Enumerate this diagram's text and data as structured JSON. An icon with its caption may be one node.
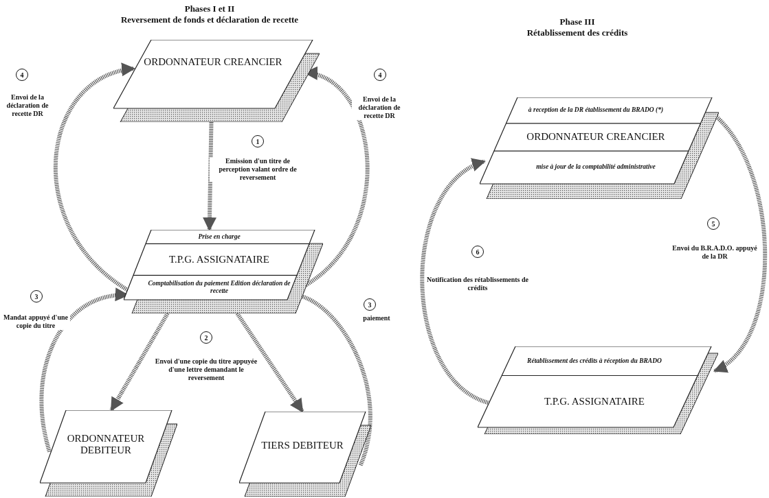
{
  "diagram": {
    "nodes": [
      {
        "text": [
          "ORDONNATEUR CREANCIER"
        ]
      },
      {
        "text": [
          "Prise en charge",
          "T.P.G. ASSIGNATAIRE",
          "Comptabilisation du paiement Edition déclaration de recette"
        ]
      },
      {
        "text": [
          "ORDONNATEUR DEBITEUR"
        ]
      },
      {
        "text": [
          "TIERS DEBITEUR"
        ]
      },
      {
        "text": [
          "à reception de la DR établissement du BRADO (*)",
          "ORDONNATEUR CREANCIER",
          "mise à jour de la comptabilité administrative"
        ]
      },
      {
        "text": [
          "Rétablissement des crédits à réception du BRADO",
          "T.P.G. ASSIGNATAIRE"
        ]
      }
    ],
    "edges": [
      {
        "from": 0,
        "to": 1,
        "arrow": "to",
        "label": "Emission d'un titre de perception valant ordre de reversement"
      },
      {
        "from": 1,
        "to": 2,
        "arrow": "to",
        "label": "Envoi d'une copie du titre appuyée d'une lettre demandant le reversement"
      },
      {
        "from": 1,
        "to": 3,
        "arrow": "to"
      },
      {
        "from": 2,
        "to": 1,
        "arrow": "to",
        "label": "Mandat appuyé d'une copie du titre"
      },
      {
        "from": 3,
        "to": 1,
        "arrow": "to",
        "label": "paiement"
      },
      {
        "from": 1,
        "to": 0,
        "arrow": "to",
        "label": "Envoi de la déclaration de recette DR"
      },
      {
        "from": 1,
        "to": 0,
        "arrow": "to",
        "label": "Envoi de la déclaration de recette DR"
      },
      {
        "from": 4,
        "to": 5,
        "arrow": "to",
        "label": "Envoi du B.R.A.D.O. appuyé de la DR"
      },
      {
        "from": 5,
        "to": 4,
        "arrow": "to",
        "label": "Notification des rétablissements de crédits"
      }
    ],
    "labels": [
      "Phases I et II",
      "Reversement de fonds et déclaration de recette",
      "Phase III",
      "Rétablissement des crédits",
      "4",
      "4",
      "1",
      "6",
      "5",
      "3",
      "2",
      "3"
    ]
  }
}
